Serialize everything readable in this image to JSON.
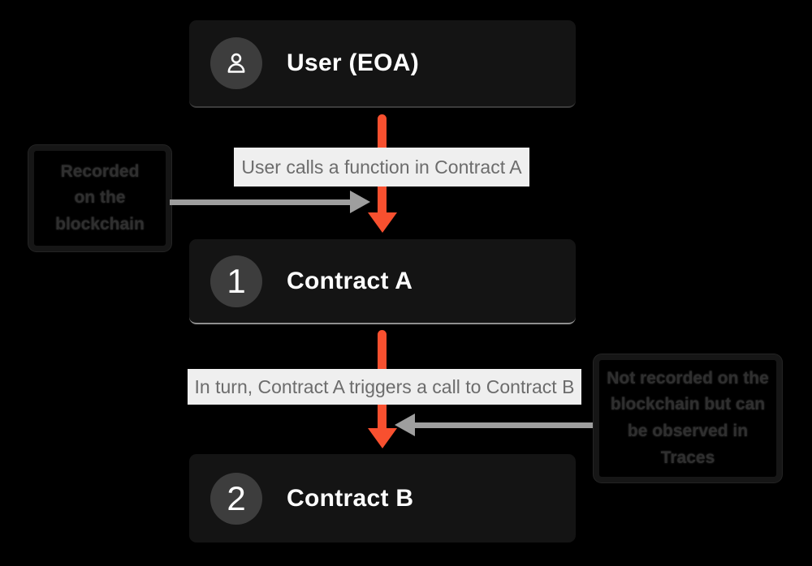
{
  "diagram": {
    "background_color": "#000000",
    "accent_orange": "#f8502f",
    "arrow_gray": "#9e9e9e",
    "node_background": "#141414",
    "nodes": [
      {
        "id": "user",
        "badge_icon": "user-icon",
        "title": "User (EOA)"
      },
      {
        "id": "contract-a",
        "badge": "1",
        "title": "Contract A"
      },
      {
        "id": "contract-b",
        "badge": "2",
        "title": "Contract B"
      }
    ],
    "edge_labels": [
      {
        "text": "User calls a function in Contract A"
      },
      {
        "text": "In turn, Contract A triggers a call to Contract B"
      }
    ],
    "notes": [
      {
        "text": "Recorded\non the\nblockchain"
      },
      {
        "text": "Not recorded on the\nblockchain but can\nbe observed in\nTraces"
      }
    ]
  }
}
